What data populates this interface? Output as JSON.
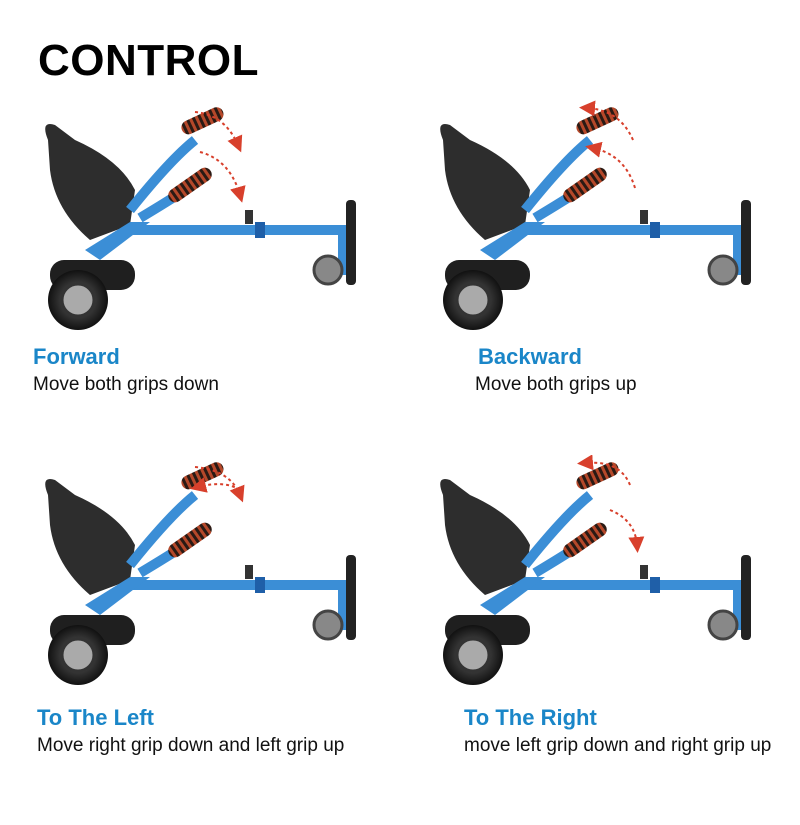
{
  "title": "CONTROL",
  "colors": {
    "frame": "#3b8ed6",
    "frame_dark": "#1f5fa8",
    "heading": "#1a86c8",
    "grip": "#b5482a",
    "arrow": "#d8402c",
    "seat": "#2d2d2d"
  },
  "panels": [
    {
      "heading": "Forward",
      "description": "Move both grips down"
    },
    {
      "heading": "Backward",
      "description": "Move both grips up"
    },
    {
      "heading": "To The Left",
      "description": "Move right grip down and left grip up"
    },
    {
      "heading": "To The Right",
      "description": "move left grip down and right grip up"
    }
  ]
}
